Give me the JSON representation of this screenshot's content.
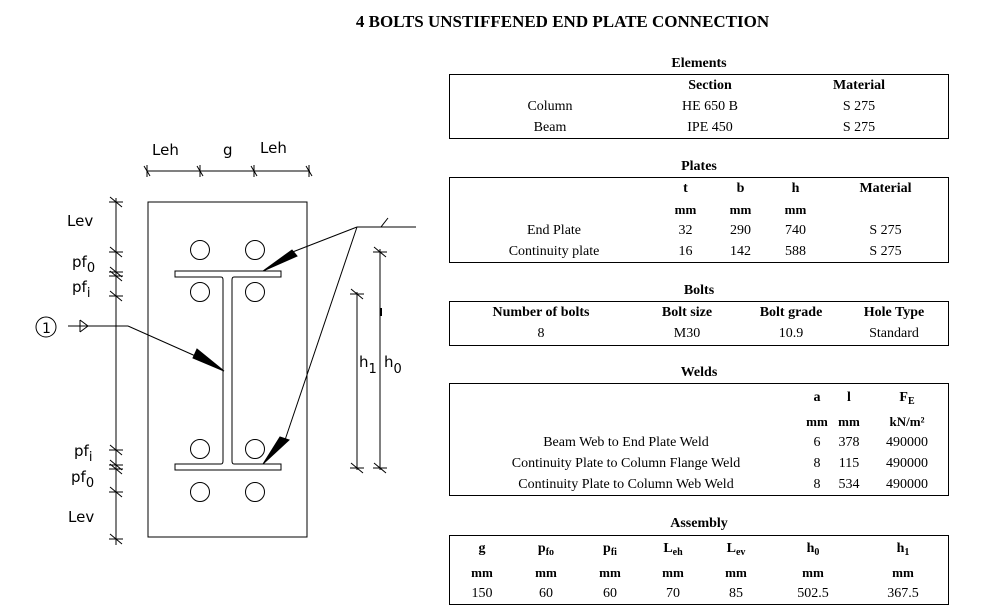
{
  "title": "4 BOLTS UNSTIFFENED END PLATE CONNECTION",
  "drawing": {
    "labels": {
      "leh_left": "Leh",
      "g": "g",
      "leh_right": "Leh",
      "lev_top": "Lev",
      "pf0_top": "pf",
      "pf0_top_sub": "0",
      "pfi_top": "pf",
      "pfi_top_sub": "i",
      "pfi_bottom": "pf",
      "pfi_bottom_sub": "i",
      "pf0_bottom": "pf",
      "pf0_bottom_sub": "0",
      "lev_bottom": "Lev",
      "h1": "h",
      "h1_sub": "1",
      "h0": "h",
      "h0_sub": "0",
      "weld_ref": "1"
    }
  },
  "elements": {
    "caption": "Elements",
    "headers": [
      "",
      "Section",
      "Material"
    ],
    "rows": [
      [
        "Column",
        "HE 650 B",
        "S 275"
      ],
      [
        "Beam",
        "IPE 450",
        "S 275"
      ]
    ]
  },
  "plates": {
    "caption": "Plates",
    "headers": [
      "",
      "t",
      "b",
      "h",
      "Material"
    ],
    "units": [
      "",
      "mm",
      "mm",
      "mm",
      ""
    ],
    "rows": [
      [
        "End Plate",
        "32",
        "290",
        "740",
        "S 275"
      ],
      [
        "Continuity plate",
        "16",
        "142",
        "588",
        "S 275"
      ]
    ]
  },
  "bolts": {
    "caption": "Bolts",
    "headers": [
      "Number of bolts",
      "Bolt size",
      "Bolt grade",
      "Hole Type"
    ],
    "rows": [
      [
        "8",
        "M30",
        "10.9",
        "Standard"
      ]
    ]
  },
  "welds": {
    "caption": "Welds",
    "headers": [
      "",
      "a",
      "l",
      "F",
      "E"
    ],
    "units": [
      "",
      "mm",
      "mm",
      "kN/m²"
    ],
    "rows": [
      [
        "Beam Web to End Plate Weld",
        "6",
        "378",
        "490000"
      ],
      [
        "Continuity Plate to Column Flange Weld",
        "8",
        "115",
        "490000"
      ],
      [
        "Continuity Plate to Column Web Weld",
        "8",
        "534",
        "490000"
      ]
    ]
  },
  "assembly": {
    "caption": "Assembly",
    "headers": [
      {
        "main": "g",
        "sub": ""
      },
      {
        "main": "p",
        "sub": "fo"
      },
      {
        "main": "p",
        "sub": "fi"
      },
      {
        "main": "L",
        "sub": "eh"
      },
      {
        "main": "L",
        "sub": "ev"
      },
      {
        "main": "h",
        "sub": "0"
      },
      {
        "main": "h",
        "sub": "1"
      }
    ],
    "units": [
      "mm",
      "mm",
      "mm",
      "mm",
      "mm",
      "mm",
      "mm"
    ],
    "values": [
      "150",
      "60",
      "60",
      "70",
      "85",
      "502.5",
      "367.5"
    ]
  }
}
